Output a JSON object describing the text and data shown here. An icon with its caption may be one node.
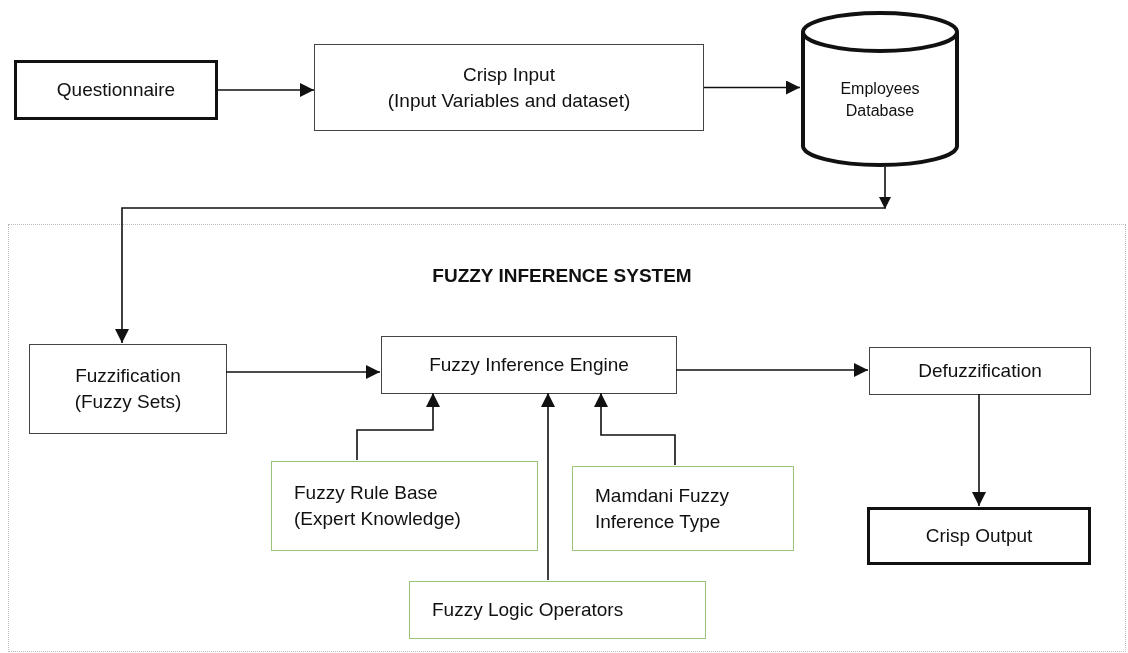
{
  "diagram": {
    "nodes": [
      {
        "text": [
          "Questionnaire"
        ]
      },
      {
        "text": [
          "Crisp Input",
          "(Input Variables and dataset)"
        ]
      },
      {
        "text": [
          "Employees Database"
        ]
      },
      {
        "text": [
          "FUZZY INFERENCE SYSTEM"
        ]
      },
      {
        "text": [
          "Fuzzification",
          "(Fuzzy Sets)"
        ],
        "in": 3
      },
      {
        "text": [
          "Fuzzy Inference Engine"
        ],
        "in": 3
      },
      {
        "text": [
          "Defuzzification"
        ],
        "in": 3
      },
      {
        "text": [
          "Fuzzy Rule Base (Expert Knowledge)"
        ],
        "in": 3
      },
      {
        "text": [
          "Mamdani Fuzzy Inference Type"
        ],
        "in": 3
      },
      {
        "text": [
          "Fuzzy Logic Operators"
        ],
        "in": 3
      },
      {
        "text": [
          "Crisp Output"
        ],
        "in": 3
      }
    ],
    "edges": [
      {
        "from": 0,
        "to": 1,
        "arrow": "to"
      },
      {
        "from": 1,
        "to": 2,
        "arrow": "to"
      },
      {
        "from": 2,
        "to": 4,
        "arrow": "to"
      },
      {
        "from": 4,
        "to": 5,
        "arrow": "to"
      },
      {
        "from": 5,
        "to": 6,
        "arrow": "to"
      },
      {
        "from": 7,
        "to": 5,
        "arrow": "to"
      },
      {
        "from": 9,
        "to": 5,
        "arrow": "to"
      },
      {
        "from": 8,
        "to": 5,
        "arrow": "to"
      },
      {
        "from": 6,
        "to": 10,
        "arrow": "to"
      }
    ]
  }
}
